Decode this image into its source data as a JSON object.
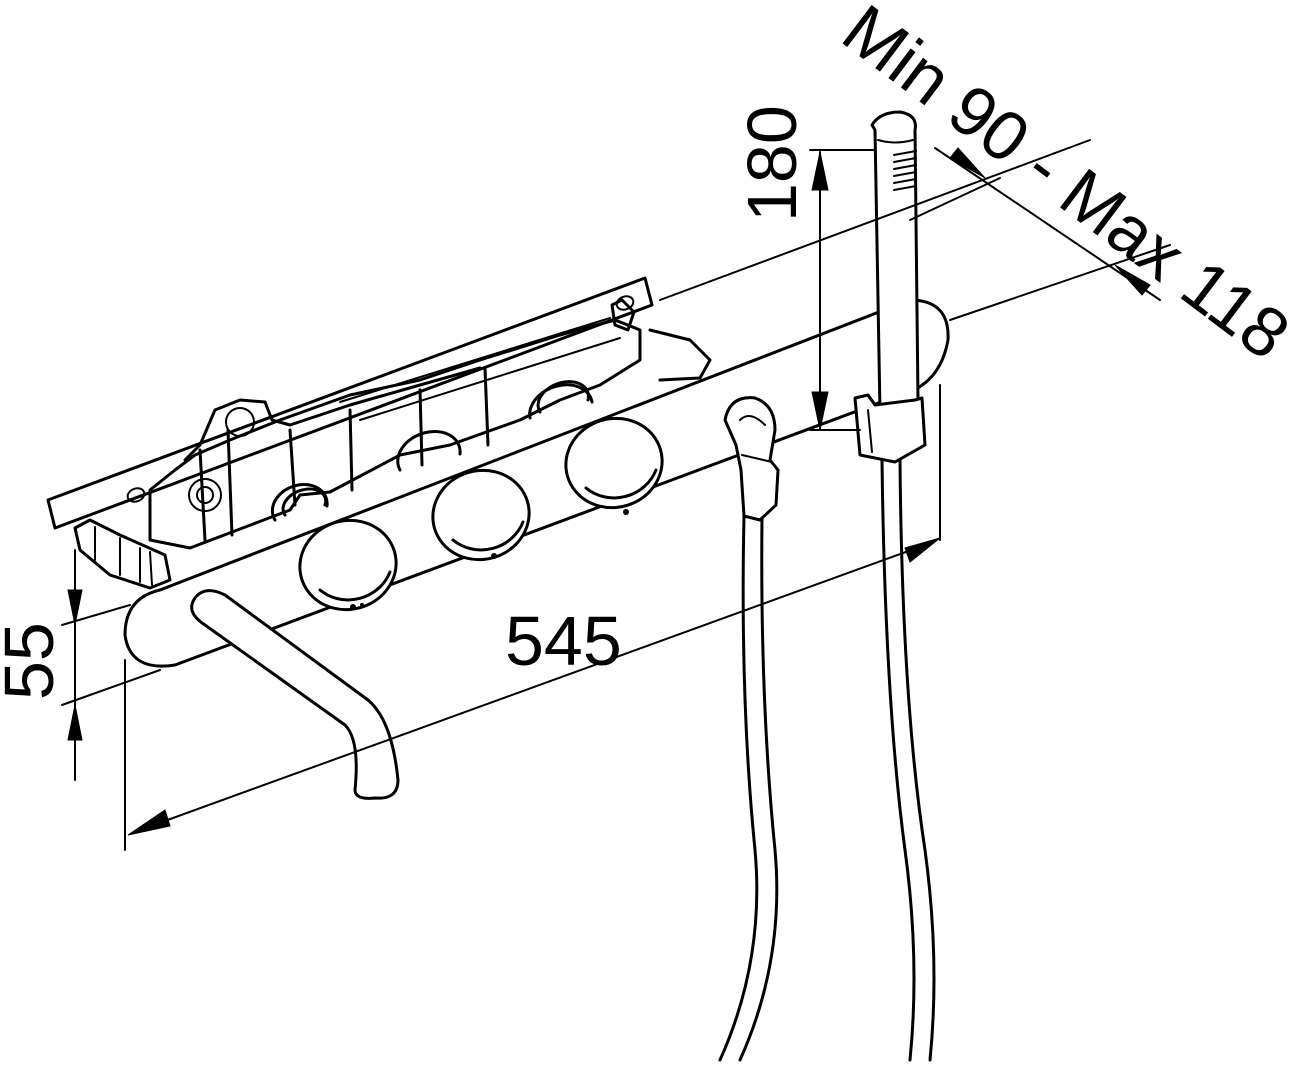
{
  "dimensions": {
    "width_label": "545",
    "height_label": "55",
    "shower_height_label": "180",
    "depth_range_label": "Min 90 - Max 118"
  }
}
